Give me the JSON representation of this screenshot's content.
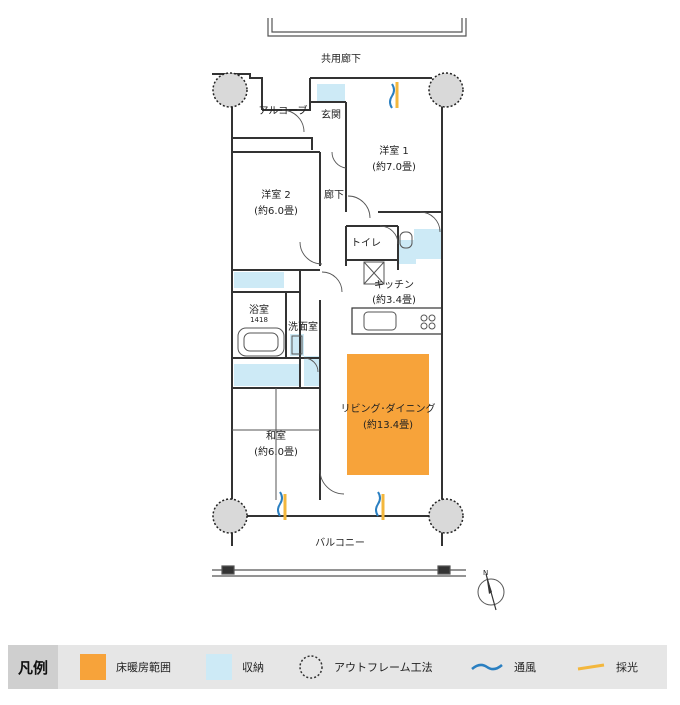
{
  "plan": {
    "top_label": "共用廊下",
    "bottom_label": "バルコニー",
    "rooms": {
      "alcove": "アルコーブ",
      "entrance": "玄関",
      "western1_name": "洋室 1",
      "western1_size": "(約7.0畳)",
      "western2_name": "洋室 2",
      "western2_size": "(約6.0畳)",
      "hallway": "廊下",
      "toilet": "トイレ",
      "kitchen_name": "キッチン",
      "kitchen_size": "(約3.4畳)",
      "bath_name": "浴室",
      "bath_code": "1418",
      "washroom": "洗面室",
      "ld_name": "リビング･ダイニング",
      "ld_size": "(約13.4畳)",
      "japanese_name": "和室",
      "japanese_size": "(約6.0畳)"
    },
    "compass_letter": "N"
  },
  "legend": {
    "title": "凡例",
    "items": [
      {
        "label": "床暖房範囲",
        "icon": "floor-heating-swatch",
        "color": "#f7a33a"
      },
      {
        "label": "収納",
        "icon": "storage-swatch",
        "color": "#cdeaf6"
      },
      {
        "label": "アウトフレーム工法",
        "icon": "dashed-circle-icon",
        "color": "#333333"
      },
      {
        "label": "通風",
        "icon": "ventilation-wave-icon",
        "color": "#2a7fc1"
      },
      {
        "label": "採光",
        "icon": "daylight-line-icon",
        "color": "#f3b73d"
      }
    ]
  },
  "colors": {
    "wall": "#333333",
    "floor_heating": "#f7a33a",
    "storage": "#cdeaf6",
    "ventilation": "#2a7fc1",
    "daylight": "#f3b73d"
  }
}
